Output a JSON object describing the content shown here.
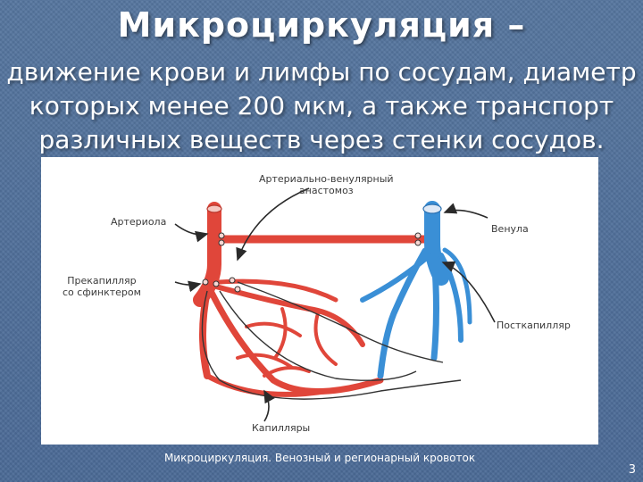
{
  "slide": {
    "title": "Микроциркуляция –",
    "subtitle_lines": [
      "движение крови и лимфы по сосудам, диаметр",
      "которых менее 200 мкм, а также транспорт",
      "различных веществ через стенки сосудов."
    ],
    "caption": "Микроциркуляция. Венозный и регионарный кровоток",
    "page_number": "3"
  },
  "diagram": {
    "labels": {
      "anastomosis_line1": "Артериально-венулярный",
      "anastomosis_line2": "анастомоз",
      "arteriole": "Артериола",
      "venule": "Венула",
      "precapillary_line1": "Прекапилляр",
      "precapillary_line2": "со сфинктером",
      "postcapillary": "Посткапилляр",
      "capillaries": "Капилляры"
    },
    "colors": {
      "arterial": "#e0463a",
      "arterial_stroke": "#b8362b",
      "venous": "#3a8fd6",
      "venous_stroke": "#2a6fb0",
      "arrow": "#2a2a2a"
    }
  }
}
